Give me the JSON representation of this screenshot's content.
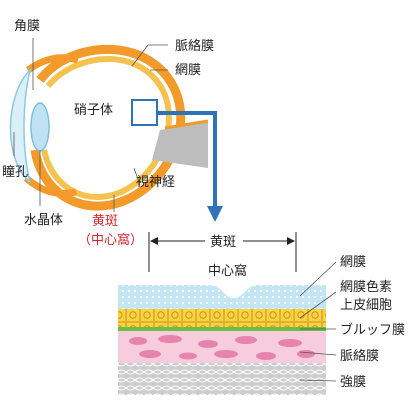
{
  "eye": {
    "cornea": "角膜",
    "choroid": "脈絡膜",
    "retina": "網膜",
    "vitreous": "硝子体",
    "pupil": "瞳孔",
    "optic_nerve": "視神経",
    "lens": "水晶体",
    "macula": "黄斑",
    "fovea_paren": "（中心窩）"
  },
  "section": {
    "macula": "黄斑",
    "fovea": "中心窩",
    "retina": "網膜",
    "rpe_line1": "網膜色素",
    "rpe_line2": "上皮細胞",
    "bruch": "ブルッフ膜",
    "choroid": "脈絡膜",
    "sclera": "強膜"
  },
  "colors": {
    "orange": "#f39a2b",
    "gold": "#f6c24f",
    "blue_arrow": "#2e72b8",
    "retina_blue": "#bfe3f2",
    "rpe_yellow": "#f7d23e",
    "bruch_green": "#6bbf45",
    "choroid_pink": "#f6c7d9",
    "sclera_gray": "#c9c9c9",
    "macula_red": "#d7282f"
  }
}
